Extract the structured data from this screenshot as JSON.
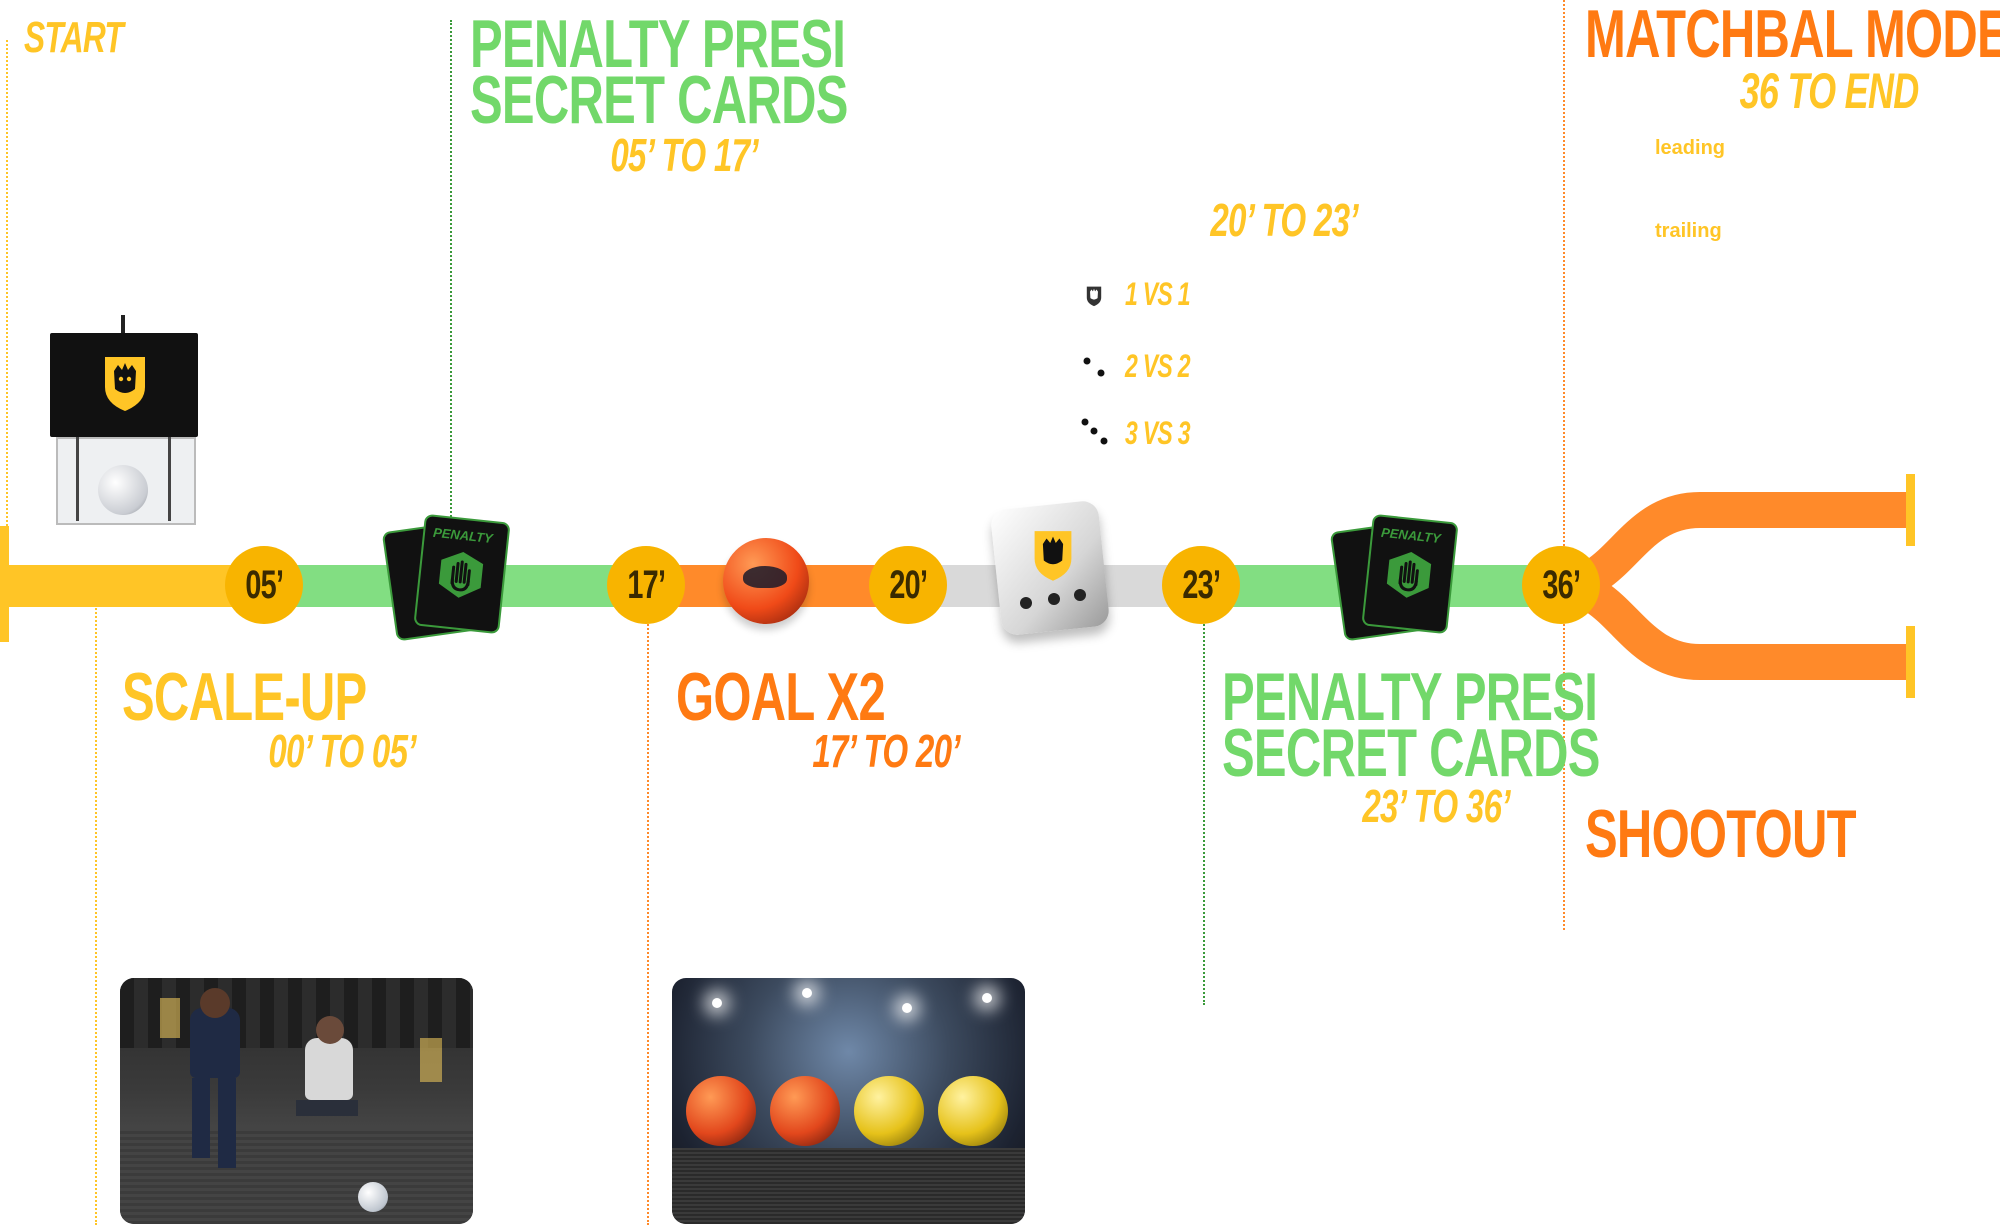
{
  "colors": {
    "yellow": "#FFC526",
    "green": "#82DE82",
    "green_text": "#72D86A",
    "orange": "#FF8A2A",
    "orange_dark": "#FF7A12",
    "gray": "#D9D9D9",
    "marker": "#F8B400"
  },
  "start": {
    "label": "START"
  },
  "phases": {
    "scale_up": {
      "title": "SCALE-UP",
      "time": "00’ TO 05’"
    },
    "penalty1": {
      "title_line1": "PENALTY PRESI",
      "title_line2": "SECRET CARDS",
      "time": "05’ TO 17’"
    },
    "goal": {
      "title": "GOAL X2",
      "time": "17’ TO 20’"
    },
    "dice": {
      "time": "20’ TO 23’",
      "options": [
        {
          "icon": "king-logo-icon",
          "label": "1 VS 1"
        },
        {
          "icon": "two-dots-icon",
          "label": "2 VS 2"
        },
        {
          "icon": "three-dots-icon",
          "label": "3 VS 3"
        }
      ]
    },
    "penalty2": {
      "title_line1": "PENALTY PRESI",
      "title_line2": "SECRET CARDS",
      "time": "23’ TO 36’"
    },
    "matchbal": {
      "title": "MATCHBAL MODE",
      "time": "36 TO END",
      "leading": "leading",
      "trailing": "trailing"
    },
    "shootout": {
      "title": "SHOOTOUT"
    }
  },
  "markers": [
    "05’",
    "17’",
    "20’",
    "23’",
    "36’"
  ],
  "cards": {
    "label": "PENALTY"
  }
}
